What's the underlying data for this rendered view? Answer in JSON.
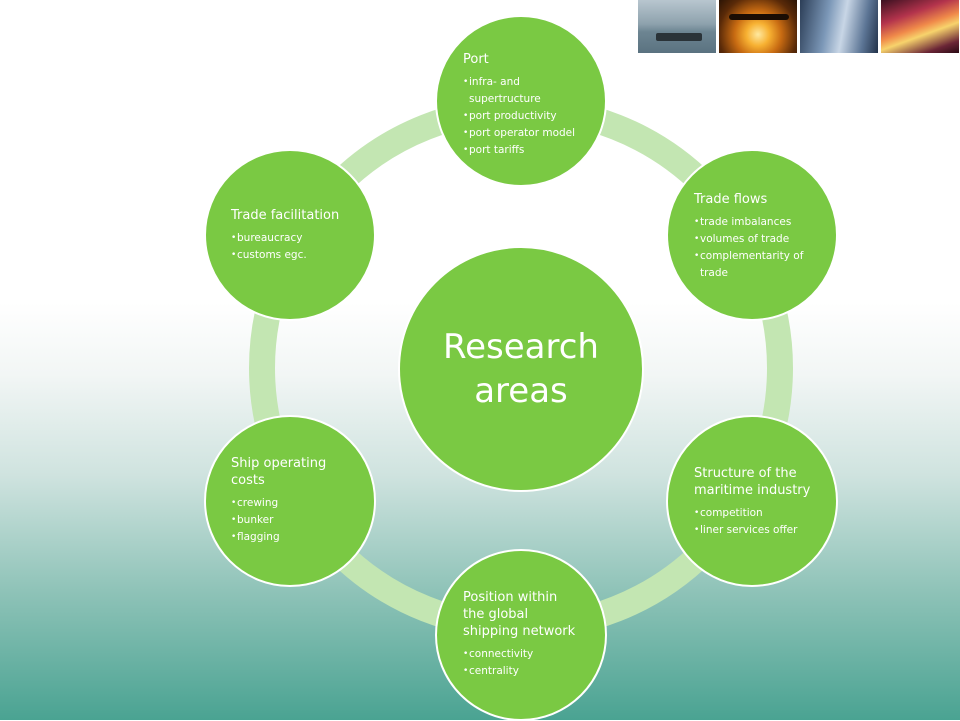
{
  "header_images": [
    {
      "name": "harbor-photo",
      "alt": "harbor"
    },
    {
      "name": "airplane-sunset-photo",
      "alt": "airplane"
    },
    {
      "name": "train-photo",
      "alt": "train"
    },
    {
      "name": "traffic-photo",
      "alt": "traffic"
    }
  ],
  "colors": {
    "node_fill": "#7ac943",
    "ring": "#c3e6b2",
    "text": "#ffffff"
  },
  "diagram": {
    "center": {
      "label": "Research\nareas"
    },
    "nodes": [
      {
        "id": "port",
        "title": "Port",
        "items": [
          "infra- and\nsupertructure",
          "port productivity",
          "port operator model",
          "port tariffs"
        ]
      },
      {
        "id": "trade-flows",
        "title": "Trade flows",
        "items": [
          "trade imbalances",
          "volumes of trade",
          "complementarity of\ntrade"
        ]
      },
      {
        "id": "structure",
        "title": "Structure of the\nmaritime industry",
        "items": [
          "competition",
          "liner services offer"
        ]
      },
      {
        "id": "position",
        "title": "Position within\nthe global\nshipping network",
        "items": [
          "connectivity",
          "centrality"
        ]
      },
      {
        "id": "ship-costs",
        "title": "Ship operating\ncosts",
        "items": [
          "crewing",
          "bunker",
          "flagging"
        ]
      },
      {
        "id": "trade-facilitation",
        "title": "Trade facilitation",
        "items": [
          "bureaucracy",
          "customs egc."
        ]
      }
    ]
  }
}
